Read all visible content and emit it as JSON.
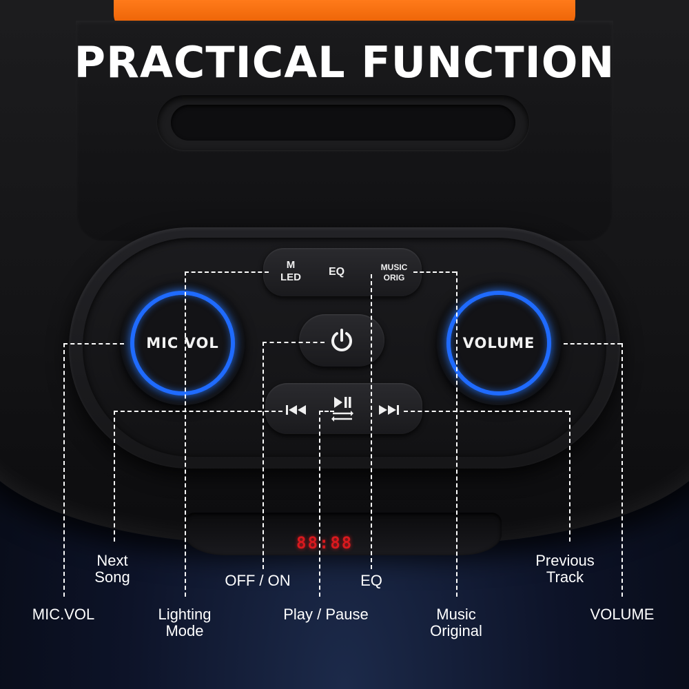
{
  "title": "PRACTICAL FUNCTION",
  "colors": {
    "accent_ring": "#1f6bff",
    "handle": "#ff7a1a",
    "display_digits": "#d8191e"
  },
  "device": {
    "knob_left_label": "MIC  VOL",
    "knob_right_label": "VOLUME",
    "buttons": {
      "m_led": "M\nLED",
      "eq": "EQ",
      "music_orig": "MUSIC\nORIG",
      "power_icon": "power-icon",
      "prev_icon": "⏮",
      "play_pause_icon": "⏯",
      "next_icon": "⏭"
    },
    "display": "88:88"
  },
  "callouts": {
    "next_song": "Next\nSong",
    "off_on": "OFF / ON",
    "eq": "EQ",
    "previous_track": "Previous\nTrack",
    "mic_vol": "MIC.VOL",
    "lighting_mode": "Lighting\nMode",
    "play_pause": "Play / Pause",
    "music_original": "Music\nOriginal",
    "volume": "VOLUME"
  }
}
